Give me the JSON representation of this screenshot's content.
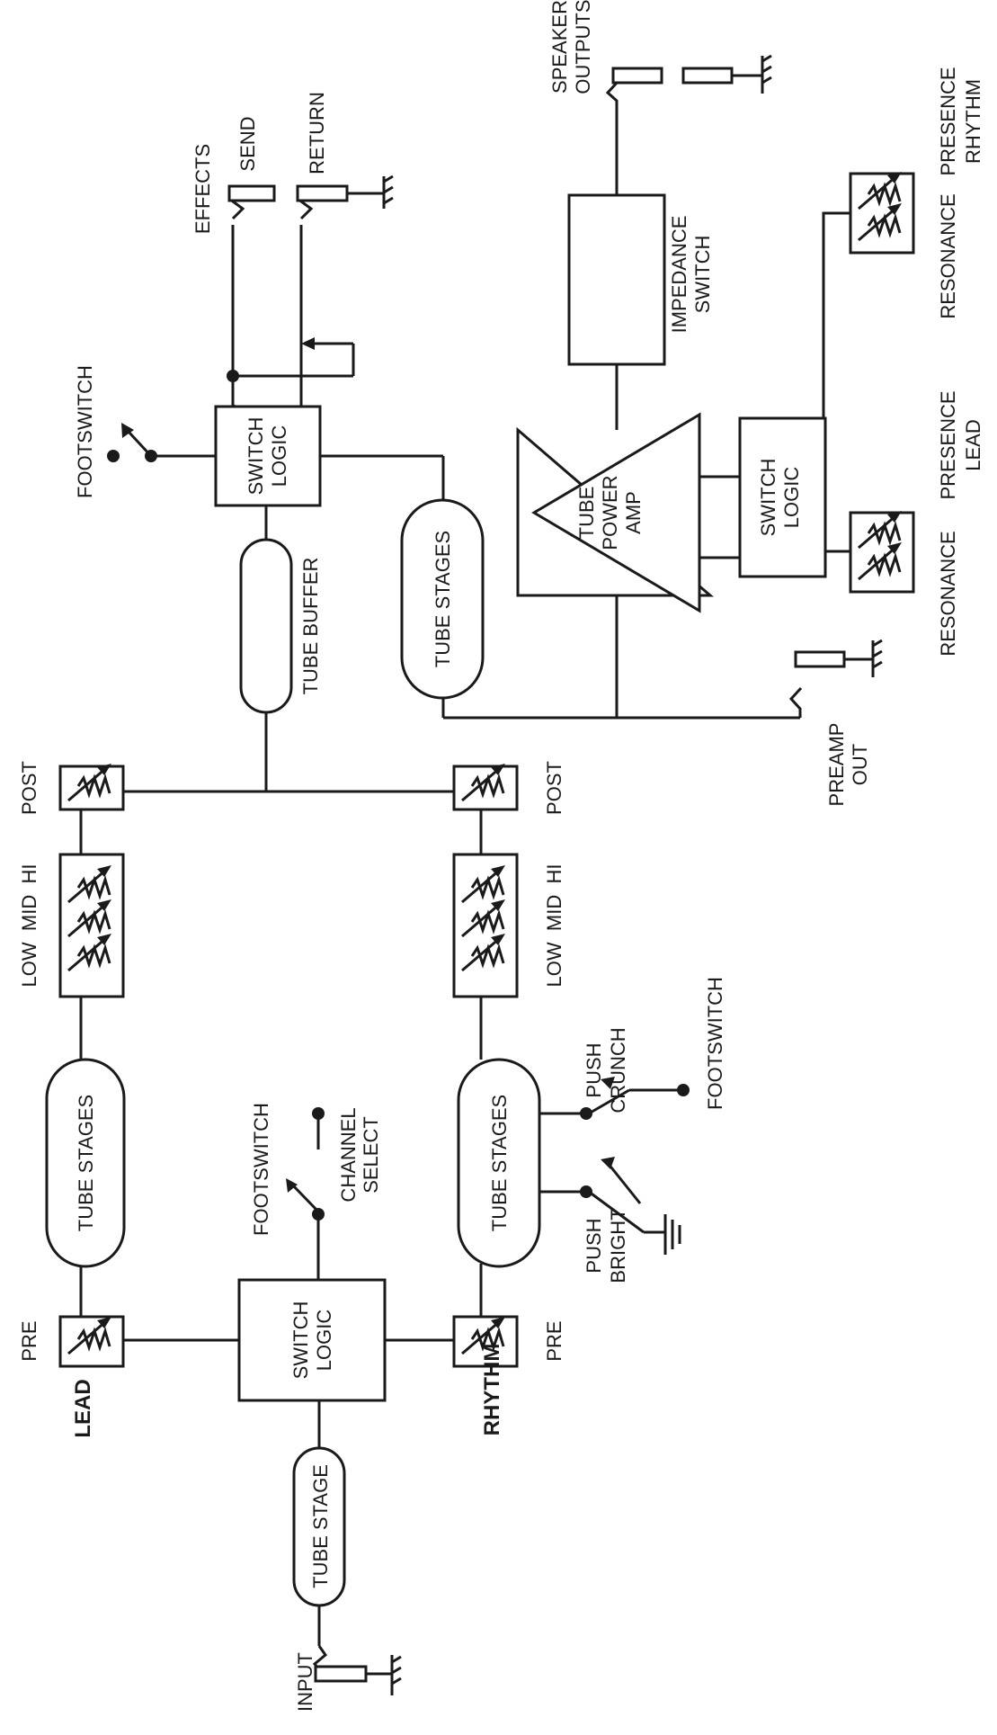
{
  "colors": {
    "ink": "#1a1a1a",
    "background": "#ffffff"
  },
  "labels": {
    "lead": "LEAD",
    "rhythm": "RHYTHM",
    "input": "INPUT",
    "tube_stage": "TUBE STAGE",
    "switch": "SWITCH",
    "logic": "LOGIC",
    "footswitch": "FOOTSWITCH",
    "channel": "CHANNEL",
    "select": "SELECT",
    "pre": "PRE",
    "post": "POST",
    "tube_stages": "TUBE STAGES",
    "low_mid_hi": "LOW  MID  HI",
    "push": "PUSH",
    "bright": "BRIGHT",
    "crunch": "CRUNCH",
    "tube_buffer": "TUBE BUFFER",
    "effects": "EFFECTS",
    "send": "SEND",
    "return": "RETURN",
    "preamp": "PREAMP",
    "out": "OUT",
    "tube": "TUBE",
    "power": "POWER",
    "amp": "AMP",
    "impedance": "IMPEDANCE",
    "speaker": "SPEAKER",
    "outputs": "OUTPUTS",
    "resonance": "RESONANCE",
    "presence": "PRESENCE"
  }
}
